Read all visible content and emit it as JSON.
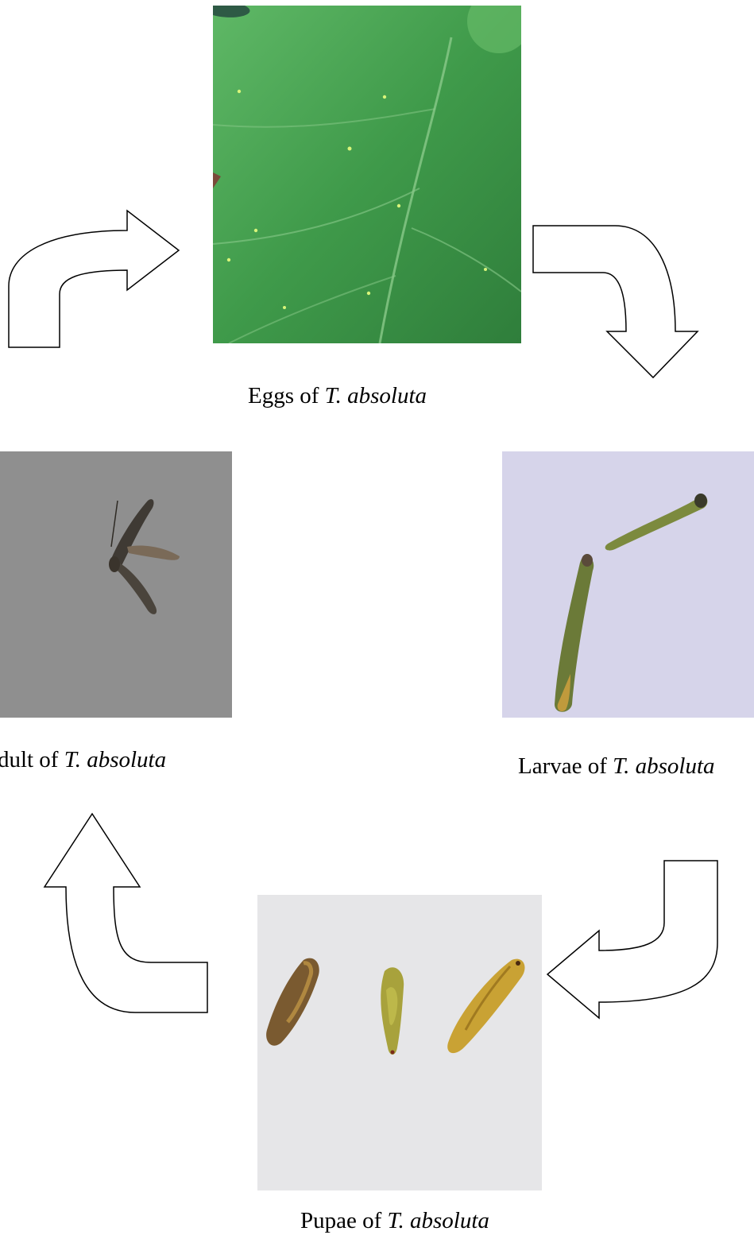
{
  "stages": {
    "eggs": {
      "prefix": "Eggs of ",
      "species": "T. absoluta"
    },
    "larvae": {
      "prefix": "Larvae of ",
      "species": "T. absoluta"
    },
    "pupae": {
      "prefix": "Pupae of ",
      "species": "T. absoluta"
    },
    "adult": {
      "prefix": "Adult of ",
      "species": "T. absoluta"
    }
  },
  "colors": {
    "leaf": "#3f9a4a",
    "larvae_bg": "#d6d4ea",
    "pupae_bg": "#e6e6e8",
    "adult_bg": "#8f8f8f",
    "arrow_stroke": "#000000",
    "arrow_fill": "#ffffff"
  },
  "arrows": [
    "curved-arrow-eggs-to-larvae",
    "curved-arrow-larvae-to-pupae",
    "curved-arrow-pupae-to-adult",
    "curved-arrow-adult-to-eggs"
  ]
}
